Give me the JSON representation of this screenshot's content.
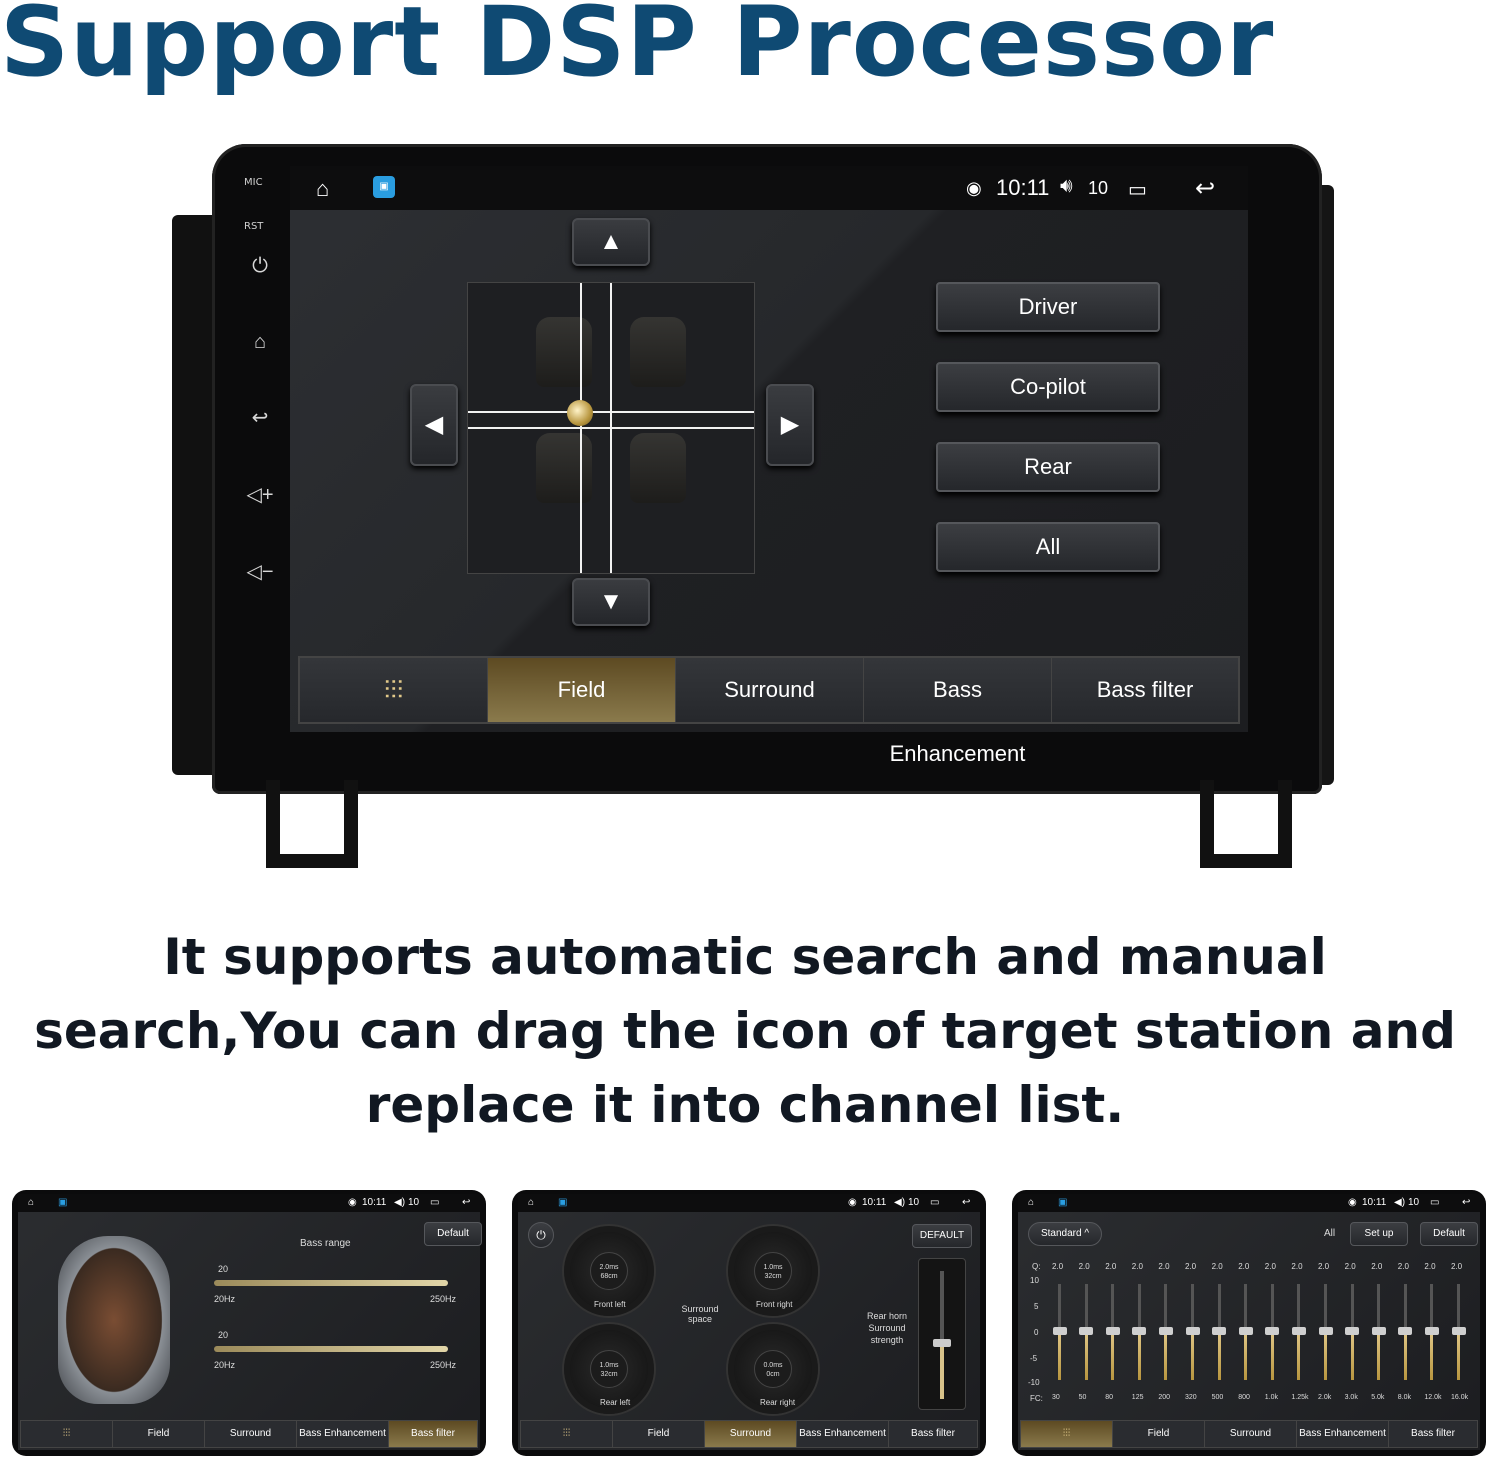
{
  "title": "Support DSP Processor",
  "side_panel": {
    "mic": "MIC",
    "rst": "RST"
  },
  "statusbar": {
    "time": "10:11",
    "volume": "10"
  },
  "mode_buttons": [
    "Driver",
    "Co-pilot",
    "Rear",
    "All"
  ],
  "tabs": {
    "field": "Field",
    "surround": "Surround",
    "bass_enhancement": "Bass Enhancement",
    "bass_filter": "Bass filter"
  },
  "description": "It supports automatic search and manual search,You can drag the icon of target station and replace it into channel list.",
  "thumb1": {
    "time": "10:11",
    "volume": "10",
    "default": "Default",
    "bass_range": "Bass range",
    "slider1": {
      "value": "20",
      "min": "20Hz",
      "max": "250Hz"
    },
    "slider2": {
      "value": "20",
      "min": "20Hz",
      "max": "250Hz"
    },
    "tabs": [
      "Field",
      "Surround",
      "Bass Enhancement",
      "Bass filter"
    ],
    "active_tab": "Bass filter"
  },
  "thumb2": {
    "time": "10:11",
    "volume": "10",
    "default": "DEFAULT",
    "dials": [
      {
        "value": "2.0ms\n68cm",
        "label": "Front left"
      },
      {
        "value": "1.0ms\n32cm",
        "label": "Front right"
      },
      {
        "value": "1.0ms\n32cm",
        "label": "Rear left"
      },
      {
        "value": "0.0ms\n0cm",
        "label": "Rear right"
      }
    ],
    "surround_space": "Surround space",
    "rear_horn": "Rear horn Surround strength",
    "tabs": [
      "Field",
      "Surround",
      "Bass Enhancement",
      "Bass filter"
    ],
    "active_tab": "Surround"
  },
  "thumb3": {
    "time": "10:11",
    "volume": "10",
    "preset": "Standard ^",
    "all": "All",
    "setup": "Set up",
    "default": "Default",
    "q_label": "Q:",
    "q_values": [
      "2.0",
      "2.0",
      "2.0",
      "2.0",
      "2.0",
      "2.0",
      "2.0",
      "2.0",
      "2.0",
      "2.0",
      "2.0",
      "2.0",
      "2.0",
      "2.0",
      "2.0",
      "2.0"
    ],
    "scale": [
      "10",
      "5",
      "0",
      "-5",
      "-10"
    ],
    "fc_label": "FC:",
    "fc_values": [
      "30",
      "50",
      "80",
      "125",
      "200",
      "320",
      "500",
      "800",
      "1.0k",
      "1.25k",
      "2.0k",
      "3.0k",
      "5.0k",
      "8.0k",
      "12.0k",
      "16.0k"
    ],
    "tabs": [
      "Field",
      "Surround",
      "Bass Enhancement",
      "Bass filter"
    ],
    "active_tab": "eq"
  }
}
